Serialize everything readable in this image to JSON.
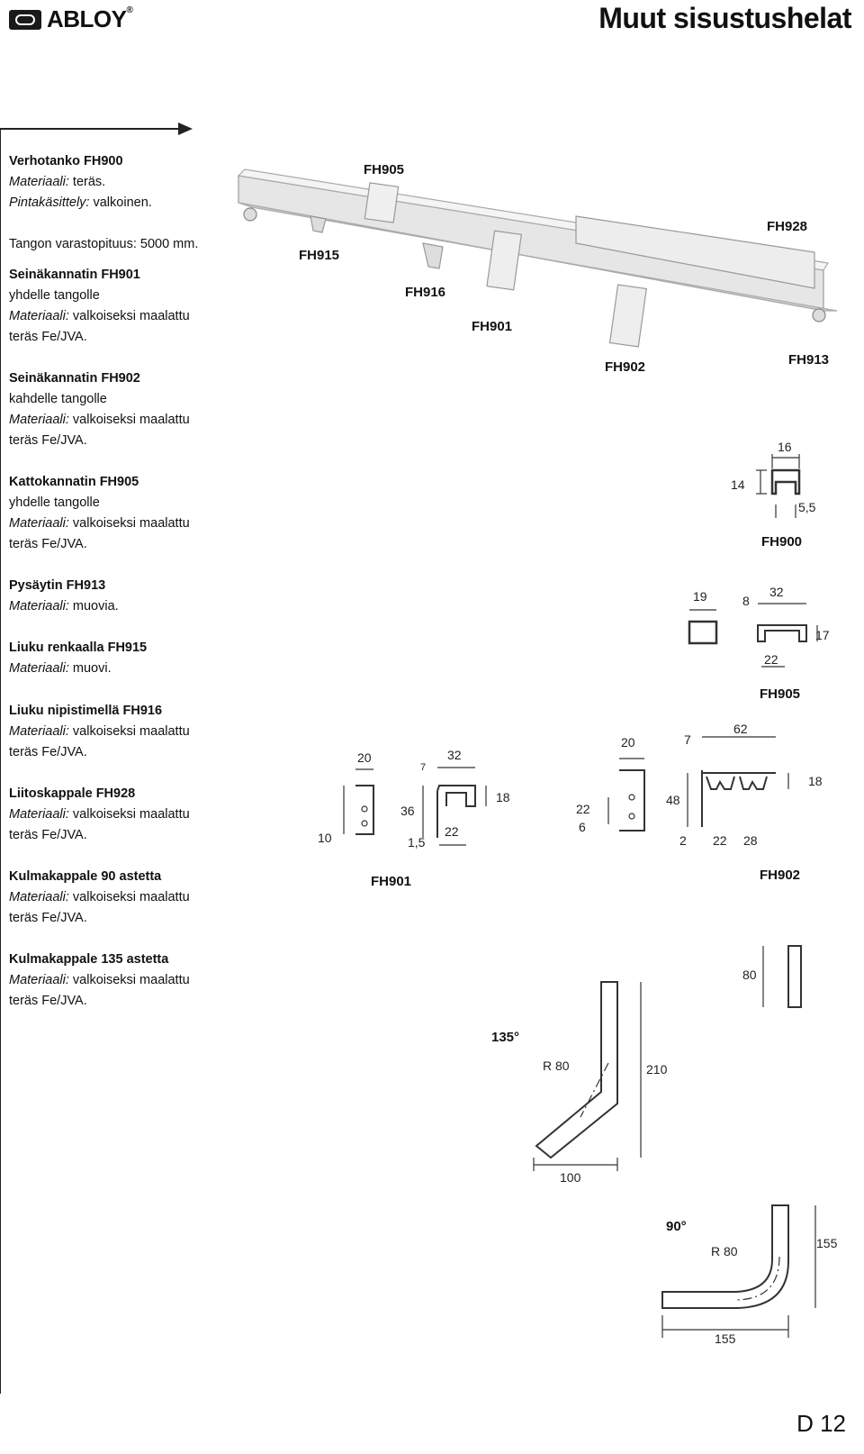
{
  "header": {
    "brand": "ABLOY",
    "brand_mark": "®",
    "title": "Muut sisustushelat"
  },
  "specs": [
    {
      "heading": "Verhotanko FH900",
      "lines": [
        {
          "label": "Materiaali:",
          "text": " teräs."
        },
        {
          "label": "Pintakäsittely:",
          "text": " valkoinen."
        },
        {
          "label": "",
          "text": ""
        },
        {
          "label": "",
          "text": "Tangon varastopituus: 5000 mm."
        }
      ]
    },
    {
      "heading": "Seinäkannatin FH901",
      "lines": [
        {
          "label": "",
          "text": "yhdelle tangolle"
        },
        {
          "label": "Materiaali:",
          "text": " valkoiseksi maalattu"
        },
        {
          "label": "",
          "text": "teräs Fe/JVA."
        }
      ]
    },
    {
      "heading": "Seinäkannatin FH902",
      "lines": [
        {
          "label": "",
          "text": "kahdelle tangolle"
        },
        {
          "label": "Materiaali:",
          "text": " valkoiseksi maalattu"
        },
        {
          "label": "",
          "text": "teräs Fe/JVA."
        }
      ]
    },
    {
      "heading": "Kattokannatin FH905",
      "lines": [
        {
          "label": "",
          "text": "yhdelle tangolle"
        },
        {
          "label": "Materiaali:",
          "text": " valkoiseksi maalattu"
        },
        {
          "label": "",
          "text": "teräs Fe/JVA."
        }
      ]
    },
    {
      "heading": "Pysäytin FH913",
      "lines": [
        {
          "label": "Materiaali:",
          "text": " muovia."
        }
      ]
    },
    {
      "heading": "Liuku renkaalla FH915",
      "lines": [
        {
          "label": "Materiaali:",
          "text": " muovi."
        }
      ]
    },
    {
      "heading": "Liuku nipistimellä FH916",
      "lines": [
        {
          "label": "Materiaali:",
          "text": " valkoiseksi maalattu"
        },
        {
          "label": "",
          "text": "teräs Fe/JVA."
        }
      ]
    },
    {
      "heading": "Liitoskappale FH928",
      "lines": [
        {
          "label": "Materiaali:",
          "text": " valkoiseksi maalattu"
        },
        {
          "label": "",
          "text": "teräs Fe/JVA."
        }
      ]
    },
    {
      "heading": "Kulmakappale 90 astetta",
      "lines": [
        {
          "label": "Materiaali:",
          "text": " valkoiseksi maalattu"
        },
        {
          "label": "",
          "text": "teräs Fe/JVA."
        }
      ]
    },
    {
      "heading": "Kulmakappale 135 astetta",
      "lines": [
        {
          "label": "Materiaali:",
          "text": " valkoiseksi maalattu"
        },
        {
          "label": "",
          "text": "teräs Fe/JVA."
        }
      ]
    }
  ],
  "photo_labels": {
    "fh905": "FH905",
    "fh928": "FH928",
    "fh915": "FH915",
    "fh916": "FH916",
    "fh901": "FH901",
    "fh902": "FH902",
    "fh913": "FH913"
  },
  "drawings": {
    "fh900": {
      "label": "FH900",
      "d16": "16",
      "d14": "14",
      "d55": "5,5"
    },
    "fh905": {
      "label": "FH905",
      "d19": "19",
      "d8": "8",
      "d32": "32",
      "d17": "17",
      "d22": "22"
    },
    "fh901": {
      "label": "FH901",
      "d20": "20",
      "d10": "10",
      "d7": "7",
      "d32": "32",
      "d36": "36",
      "d18": "18",
      "d15": "1,5",
      "d22": "22"
    },
    "fh902": {
      "label": "FH902",
      "d20": "20",
      "d22": "22",
      "d6": "6",
      "d7": "7",
      "d62": "62",
      "d48": "48",
      "d18": "18",
      "d2": "2",
      "d22b": "22",
      "d28": "28"
    },
    "corner135": {
      "angle": "135°",
      "r": "R 80",
      "d210": "210",
      "d100": "100",
      "d80": "80"
    },
    "corner90": {
      "angle": "90°",
      "r": "R 80",
      "d155v": "155",
      "d155h": "155"
    }
  },
  "page_number": "D 12"
}
